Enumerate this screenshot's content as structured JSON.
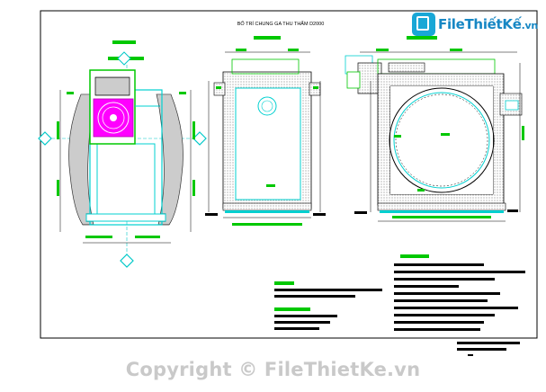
{
  "drawing": {
    "title": "BỐ TRÍ CHUNG GA THU THẤM D2000"
  },
  "logo": {
    "brand": "FileThiếtKế",
    "tld": ".vn"
  },
  "watermark": "Copyright © FileThietKe.vn",
  "colors": {
    "frame": "#000000",
    "cyan": "#00e0e0",
    "green": "#00c800",
    "magenta": "#ff00ff",
    "hatch": "#9a9a9a",
    "watermark": "#c9c9c9",
    "brand": "#1787c4"
  }
}
